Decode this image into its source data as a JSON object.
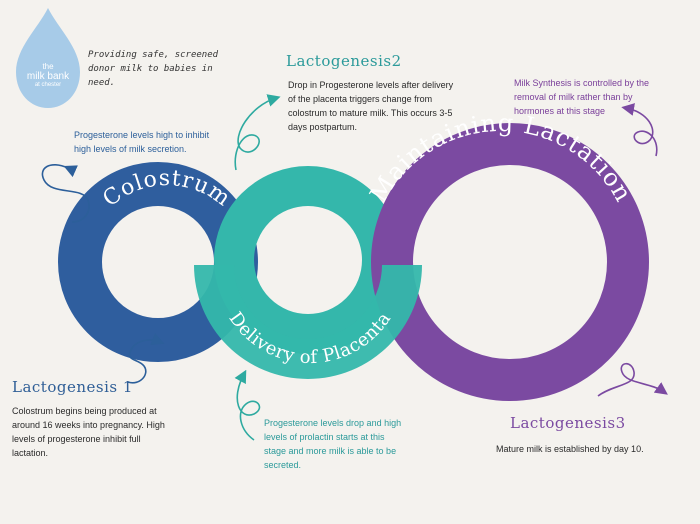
{
  "logo": {
    "line1": "the",
    "line2": "milk bank",
    "line3": "at chester",
    "tagline_1": "Providing safe, screened",
    "tagline_2": "donor milk to babies in need."
  },
  "rings": {
    "colostrum": "Colostrum",
    "delivery": "Delivery of Placenta",
    "maintaining": "Maintaining Lactation"
  },
  "notes": {
    "colostrum_top_1": "Progesterone levels high to inhibit",
    "colostrum_top_2": "high levels of milk secretion.",
    "lacto1_heading": "Lactogenesis 1",
    "lacto1_1": "Colostrum begins being produced at",
    "lacto1_2": "around 16 weeks into pregnancy.  High",
    "lacto1_3": "levels of progesterone inhibit full",
    "lacto1_4": "lactation.",
    "lacto2_heading": "Lactogenesis2",
    "lacto2_1": "Drop in Progesterone levels after delivery",
    "lacto2_2": "of the placenta triggers change from",
    "lacto2_3": "colostrum to mature milk.  This occurs 3-5",
    "lacto2_4": "days postpartum.",
    "placenta_1": "Progesterone levels drop and high",
    "placenta_2": "levels of prolactin starts at this",
    "placenta_3": "stage and more milk is able to be",
    "placenta_4": "secreted.",
    "synth_1": "Milk Synthesis is controlled by the",
    "synth_2": "removal of milk rather than by",
    "synth_3": "hormones at this stage",
    "lacto3_heading": "Lactogenesis3",
    "lacto3_1": "Mature milk is established by day 10."
  },
  "colors": {
    "blue": "#2f5e9e",
    "teal": "#34b7ab",
    "purple": "#7b4aa1",
    "logo_drop": "#a7cbe8"
  }
}
